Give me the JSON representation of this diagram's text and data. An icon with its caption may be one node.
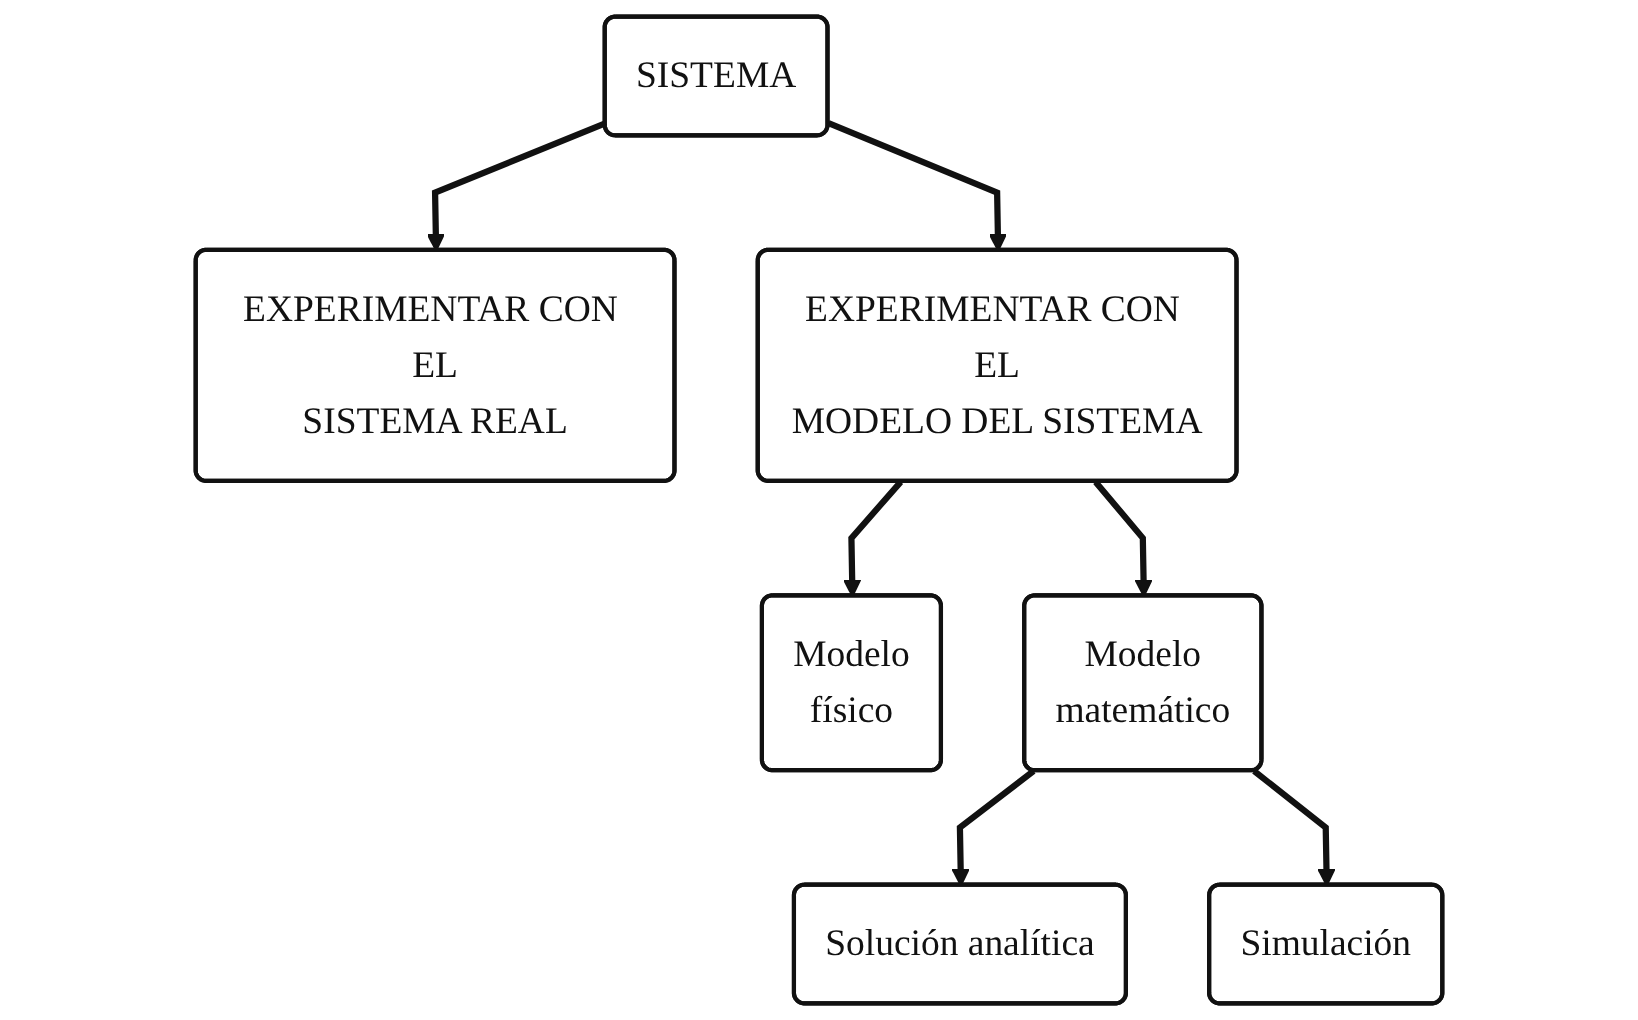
{
  "diagram": {
    "nodes": [
      {
        "text": [
          "SISTEMA"
        ]
      },
      {
        "text": [
          "EXPERIMENTAR CON EL SISTEMA REAL"
        ]
      },
      {
        "text": [
          "EXPERIMENTAR CON EL MODELO DEL SISTEMA"
        ]
      },
      {
        "text": [
          "Modelo físico"
        ]
      },
      {
        "text": [
          "Modelo matemático"
        ]
      },
      {
        "text": [
          "Solución analítica"
        ]
      },
      {
        "text": [
          "Simulación"
        ]
      }
    ],
    "edges": [
      {
        "from": 0,
        "to": 1,
        "arrow": "to"
      },
      {
        "from": 0,
        "to": 2,
        "arrow": "to"
      },
      {
        "from": 2,
        "to": 3,
        "arrow": "to"
      },
      {
        "from": 2,
        "to": 4,
        "arrow": "to"
      },
      {
        "from": 4,
        "to": 5,
        "arrow": "to"
      },
      {
        "from": 4,
        "to": 6,
        "arrow": "to"
      }
    ]
  }
}
